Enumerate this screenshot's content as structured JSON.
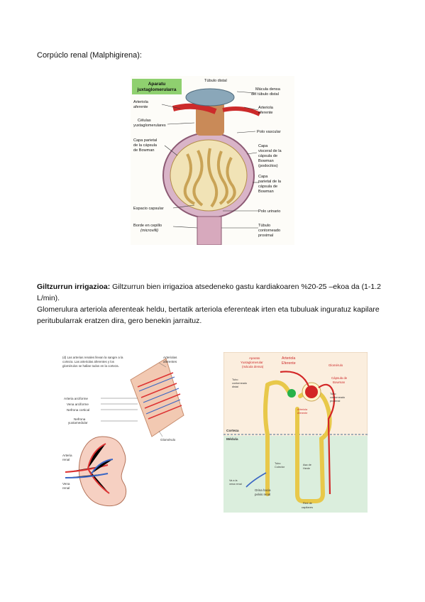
{
  "heading": "Corpúclo renal (Malphigirena):",
  "paragraph": {
    "bold_lead": "Giltzurrun irrigazioa:",
    "line1_rest": " Giltzurrun bien irrigazioa atsedeneko gastu kardiakoaren %20-25 –ekoa da (1-1.2 L/min).",
    "line2": "Glomerulura arteriola aferenteak heldu, bertatik arteriola eferenteak irten eta tubuluak inguratuz kapilare peritubularrak eratzen dira, gero benekin jarraituz."
  },
  "figure1": {
    "box_title": "Aparatu juxtaglomerularra",
    "labels_left": [
      "Arteriola aferente",
      "Células yuxtaglomerulares",
      "Capa parietal de la cápsula de Bowman",
      "Espacio capsular",
      "Borde en cepillo (microvilli)"
    ],
    "labels_top": [
      "Túbulo distal"
    ],
    "labels_right": [
      "Mácula densa del túbulo distal",
      "Arteriola eferente",
      "Polo vascular",
      "Capa visceral de la cápsula de Bowman (podocitos)",
      "Capa parietal de la cápsula de Bowman",
      "Polo urinario",
      "Túbulo contorneado proximal"
    ]
  },
  "figure2": {
    "caption": "(d) Las arterias renales llevan la sangre a la corteza. Las arteriolas aferentes y los glomérulos se hallan todos en la corteza.",
    "labels": [
      "Arteriolas aferentes",
      "Arteria arciforme",
      "Vena arciforme",
      "Nefrona cortical",
      "Nefrona yuxtamedular",
      "Glomérulo",
      "Arteria renal",
      "Vena renal"
    ]
  },
  "figure3": {
    "labels": [
      "Aparato Yuxtaglomerular (mácula densa)",
      "Arteriola Eferente",
      "Glomérulo",
      "Cápsula de Bowman",
      "Tubo contorneado distal",
      "Tubo contorneado proximal",
      "Arteriola Aferente",
      "Corteza",
      "Médula",
      "Tubo Colector",
      "Asa de Henle",
      "Va a la vena renal",
      "Orina hacia pelvis renal",
      "Red de capilares"
    ],
    "colors": {
      "artery": "#d32626",
      "tubule": "#e8c84a",
      "vein": "#3a66c4",
      "medulla": "#dbeedd"
    }
  }
}
